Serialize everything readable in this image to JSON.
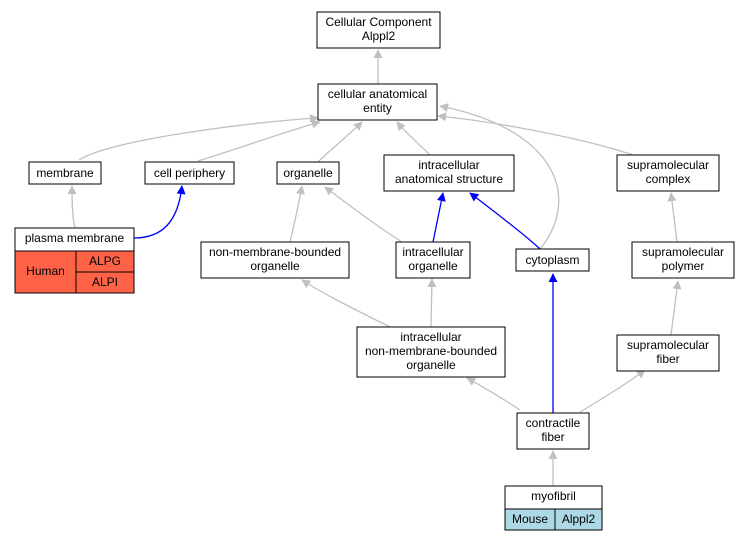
{
  "colors": {
    "gray_edge": "#c0c0c0",
    "blue_edge": "#0000ff",
    "human_fill": "#ff6347",
    "mouse_fill": "#add8e6",
    "node_fill": "#ffffff",
    "node_stroke": "#000000"
  },
  "nodes": {
    "root": {
      "line1": "Cellular Component",
      "line2": "Alppl2"
    },
    "cae": {
      "line1": "cellular anatomical",
      "line2": "entity"
    },
    "membrane": {
      "label": "membrane"
    },
    "cell_periphery": {
      "label": "cell periphery"
    },
    "organelle": {
      "label": "organelle"
    },
    "ias": {
      "line1": "intracellular",
      "line2": "anatomical structure"
    },
    "smc": {
      "line1": "supramolecular",
      "line2": "complex"
    },
    "plasma_membrane": {
      "title": "plasma membrane",
      "species": "Human",
      "genes": [
        "ALPG",
        "ALPI"
      ]
    },
    "nmbo": {
      "line1": "non-membrane-bounded",
      "line2": "organelle"
    },
    "io": {
      "line1": "intracellular",
      "line2": "organelle"
    },
    "cytoplasm": {
      "label": "cytoplasm"
    },
    "smp": {
      "line1": "supramolecular",
      "line2": "polymer"
    },
    "inmbo": {
      "line1": "intracellular",
      "line2": "non-membrane-bounded",
      "line3": "organelle"
    },
    "smf": {
      "line1": "supramolecular",
      "line2": "fiber"
    },
    "cf": {
      "line1": "contractile",
      "line2": "fiber"
    },
    "myofibril": {
      "title": "myofibril",
      "species": "Mouse",
      "gene": "Alppl2"
    }
  }
}
